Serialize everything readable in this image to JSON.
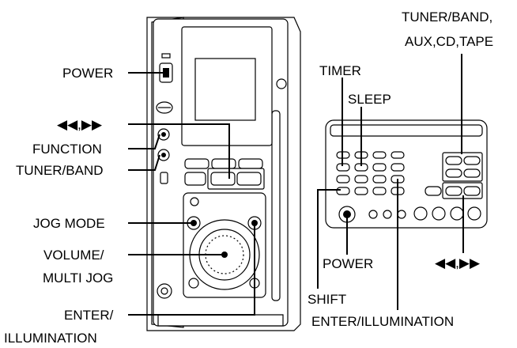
{
  "labels": {
    "power_left": "POWER",
    "skip_left": "◀◀,▶▶",
    "function": "FUNCTION",
    "tuner_band_left": "TUNER/BAND",
    "jog_mode": "JOG MODE",
    "volume_1": "VOLUME/",
    "volume_2": "MULTI JOG",
    "enter_left_1": "ENTER/",
    "enter_left_2": "ILLUMINATION",
    "tuner_right_1": "TUNER/BAND,",
    "tuner_right_2": "AUX,CD,TAPE",
    "timer": "TIMER",
    "sleep": "SLEEP",
    "power_remote": "POWER",
    "skip_right": "◀◀,▶▶",
    "shift": "SHIFT",
    "enter_right": "ENTER/ILLUMINATION"
  }
}
